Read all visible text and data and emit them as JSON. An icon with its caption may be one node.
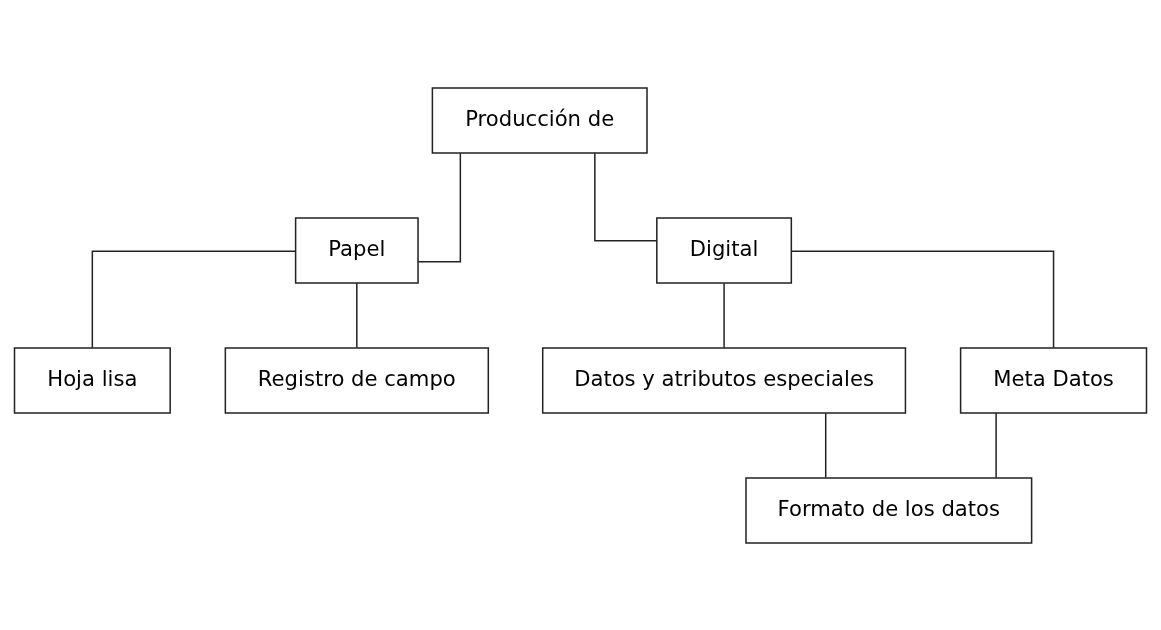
{
  "diagram": {
    "nodes": [
      {
        "text": [
          "Producción de"
        ]
      },
      {
        "text": [
          "Papel"
        ]
      },
      {
        "text": [
          "Digital"
        ]
      },
      {
        "text": [
          "Hoja lisa"
        ]
      },
      {
        "text": [
          "Registro de campo"
        ]
      },
      {
        "text": [
          "Datos y atributos especiales"
        ]
      },
      {
        "text": [
          "Meta Datos"
        ]
      },
      {
        "text": [
          "Formato de los datos"
        ]
      }
    ],
    "edges": [
      {
        "from": 0,
        "to": 1,
        "arrow": "none"
      },
      {
        "from": 0,
        "to": 2,
        "arrow": "none"
      },
      {
        "from": 1,
        "to": 3,
        "arrow": "none"
      },
      {
        "from": 1,
        "to": 4,
        "arrow": "none"
      },
      {
        "from": 2,
        "to": 5,
        "arrow": "none"
      },
      {
        "from": 2,
        "to": 6,
        "arrow": "none"
      },
      {
        "from": 5,
        "to": 7,
        "arrow": "none"
      },
      {
        "from": 6,
        "to": 7,
        "arrow": "none"
      }
    ]
  }
}
